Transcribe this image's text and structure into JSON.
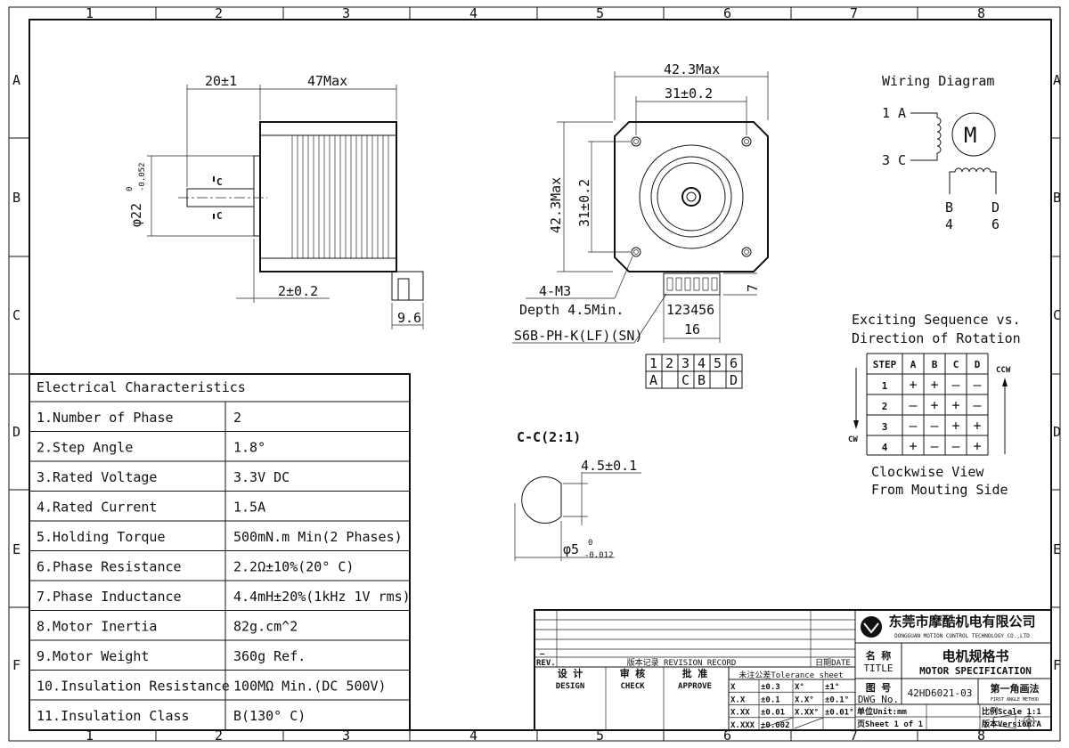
{
  "frame": {
    "columns": [
      "1",
      "2",
      "3",
      "4",
      "5",
      "6",
      "7",
      "8"
    ],
    "rows": [
      "A",
      "B",
      "C",
      "D",
      "E",
      "F"
    ]
  },
  "side_view": {
    "dim_shaft_length": "20±1",
    "dim_body_length": "47Max",
    "dim_shaft_dia": "φ22",
    "dim_shaft_dia_tol_upper": "0",
    "dim_shaft_dia_tol_lower": "-0.052",
    "section_mark_top": "C",
    "section_mark_bottom": "C",
    "dim_flange": "2±0.2",
    "dim_connector": "9.6"
  },
  "front_view": {
    "dim_width_max": "42.3Max",
    "dim_hole_spacing": "31±0.2",
    "dim_height_max": "42.3Max",
    "dim_hole_spacing_v": "31±0.2",
    "dim_connector_height": "7",
    "hole_spec": "4-M3",
    "hole_depth": "Depth 4.5Min.",
    "pin_numbers": "123456",
    "connector_width": "16",
    "connector_part": "S6B-PH-K(LF)(SN)"
  },
  "pin_table": {
    "pins": [
      "1",
      "2",
      "3",
      "4",
      "5",
      "6"
    ],
    "phases": [
      "A",
      "",
      "C",
      "B",
      "",
      "D"
    ]
  },
  "section_view": {
    "title": "C-C(2:1)",
    "dim_flat": "4.5±0.1",
    "dim_dia": "φ5",
    "dim_dia_tol_upper": "0",
    "dim_dia_tol_lower": "-0.012"
  },
  "wiring": {
    "title": "Wiring Diagram",
    "motor_label": "M",
    "lead_a": "1 A",
    "lead_c": "3 C",
    "lead_b": "B",
    "lead_b_num": "4",
    "lead_d": "D",
    "lead_d_num": "6"
  },
  "sequence": {
    "title_line1": "Exciting Sequence vs.",
    "title_line2": "Direction of Rotation",
    "headers": [
      "STEP",
      "A",
      "B",
      "C",
      "D"
    ],
    "rows": [
      [
        "1",
        "+",
        "+",
        "—",
        "—"
      ],
      [
        "2",
        "—",
        "+",
        "+",
        "—"
      ],
      [
        "3",
        "—",
        "—",
        "+",
        "+"
      ],
      [
        "4",
        "+",
        "—",
        "—",
        "+"
      ]
    ],
    "cw_label": "CW",
    "ccw_label": "CCW",
    "note_line1": "Clockwise View",
    "note_line2": "From Mouting Side"
  },
  "electrical": {
    "title": "Electrical Characteristics",
    "rows": [
      {
        "label": "1.Number of Phase",
        "value": "2"
      },
      {
        "label": "2.Step Angle",
        "value": "1.8°"
      },
      {
        "label": "3.Rated Voltage",
        "value": "3.3V DC"
      },
      {
        "label": "4.Rated Current",
        "value": "1.5A"
      },
      {
        "label": "5.Holding Torque",
        "value": "500mN.m Min(2 Phases)"
      },
      {
        "label": "6.Phase Resistance",
        "value": "2.2Ω±10%(20° C)"
      },
      {
        "label": "7.Phase Inductance",
        "value": "4.4mH±20%(1kHz 1V rms)"
      },
      {
        "label": "8.Motor Inertia",
        "value": "82g.cm^2"
      },
      {
        "label": "9.Motor Weight",
        "value": "360g Ref."
      },
      {
        "label": "10.Insulation Resistance",
        "value": "100MΩ Min.(DC 500V)"
      },
      {
        "label": "11.Insulation Class",
        "value": "B(130° C)"
      }
    ]
  },
  "title_block": {
    "company_cn": "东莞市摩酷机电有限公司",
    "company_en": "DONGGUAN MOTION CONTROL TECHNOLOGY CO.,LTD",
    "rev_dash": "—",
    "rev_label": "REV.",
    "revision_record": "版本记录 REVISION RECORD",
    "date_label": "日期DATE",
    "design_cn": "设 计",
    "design_en": "DESIGN",
    "check_cn": "审 核",
    "check_en": "CHECK",
    "approve_cn": "批 准",
    "approve_en": "APPROVE",
    "tolerance_title": "未注公差Tolerance sheet",
    "tolerances": [
      [
        "X",
        "±0.3",
        "X°",
        "±1°"
      ],
      [
        "X.X",
        "±0.1",
        "X.X°",
        "±0.1°"
      ],
      [
        "X.XX",
        "±0.01",
        "X.XX°",
        "±0.01°"
      ],
      [
        "X.XXX",
        "±0.002",
        "",
        ""
      ]
    ],
    "name_cn": "名 称",
    "name_en": "TITLE",
    "title_cn": "电机规格书",
    "title_en": "MOTOR SPECIFICATION",
    "dwg_cn": "图 号",
    "dwg_en": "DWG No.",
    "dwg_no": "42HD6021-03",
    "projection_cn": "第一角画法",
    "projection_en": "FIRST ANGLE METHOD",
    "unit": "单位Unit:mm",
    "scale": "比例Scale 1:1",
    "sheet": "页Sheet 1 of 1",
    "version": "版本Version:A"
  }
}
